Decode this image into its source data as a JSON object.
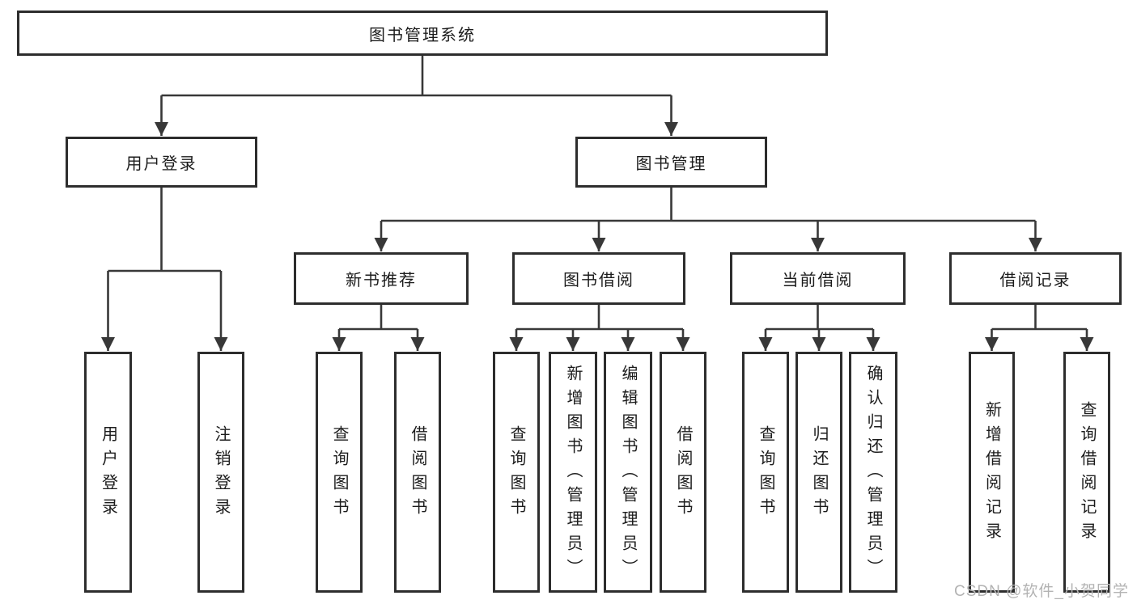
{
  "tree": {
    "root": {
      "label": "图书管理系统"
    },
    "level1": [
      {
        "label": "用户登录"
      },
      {
        "label": "图书管理"
      }
    ],
    "level2": [
      {
        "label": "新书推荐"
      },
      {
        "label": "图书借阅"
      },
      {
        "label": "当前借阅"
      },
      {
        "label": "借阅记录"
      }
    ],
    "leaves": {
      "user_login": [
        "用户登录",
        "注销登录"
      ],
      "new_books": [
        "查询图书",
        "借阅图书"
      ],
      "book_borrow": [
        "查询图书",
        "新增图书（管理员）",
        "编辑图书（管理员）",
        "借阅图书"
      ],
      "current_borrow": [
        "查询图书",
        "归还图书",
        "确认归还（管理员）"
      ],
      "borrow_records": [
        "新增借阅记录",
        "查询借阅记录"
      ]
    }
  },
  "watermark": "CSDN @软件_小贺同学",
  "colors": {
    "line": "#383838",
    "border": "#2d2d2d",
    "text": "#1c1c1c",
    "watermark": "#b3b3b3",
    "background": "#ffffff"
  }
}
